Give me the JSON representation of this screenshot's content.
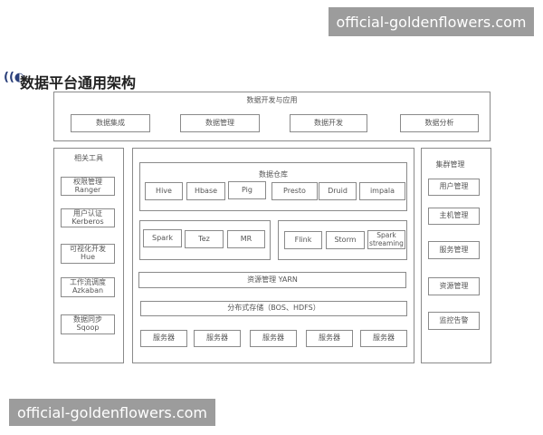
{
  "watermark": "official-goldenflowers.com",
  "title": "数据平台通用架构",
  "app_layer": {
    "label": "数据开发与应用",
    "items": [
      "数据集成",
      "数据管理",
      "数据开发",
      "数据分析"
    ]
  },
  "tools": {
    "label": "相关工具",
    "items": [
      {
        "cn": "权限管理",
        "en": "Ranger"
      },
      {
        "cn": "用户认证",
        "en": "Kerberos"
      },
      {
        "cn": "可视化开发",
        "en": "Hue"
      },
      {
        "cn": "工作流调度",
        "en": "Azkaban"
      },
      {
        "cn": "数据同步",
        "en": "Sqoop"
      }
    ]
  },
  "warehouse": {
    "label": "数据仓库",
    "items": [
      "Hive",
      "Hbase",
      "Pig",
      "Presto",
      "Druid",
      "impala"
    ]
  },
  "batch": [
    "Spark",
    "Tez",
    "MR"
  ],
  "stream": [
    "Flink",
    "Storm",
    "Spark streaming"
  ],
  "yarn": "资源管理 YARN",
  "storage": "分布式存储（BOS、HDFS）",
  "servers": [
    "服务器",
    "服务器",
    "服务器",
    "服务器",
    "服务器"
  ],
  "cluster": {
    "label": "集群管理",
    "items": [
      "用户管理",
      "主机管理",
      "服务管理",
      "资源管理",
      "监控告警"
    ]
  }
}
